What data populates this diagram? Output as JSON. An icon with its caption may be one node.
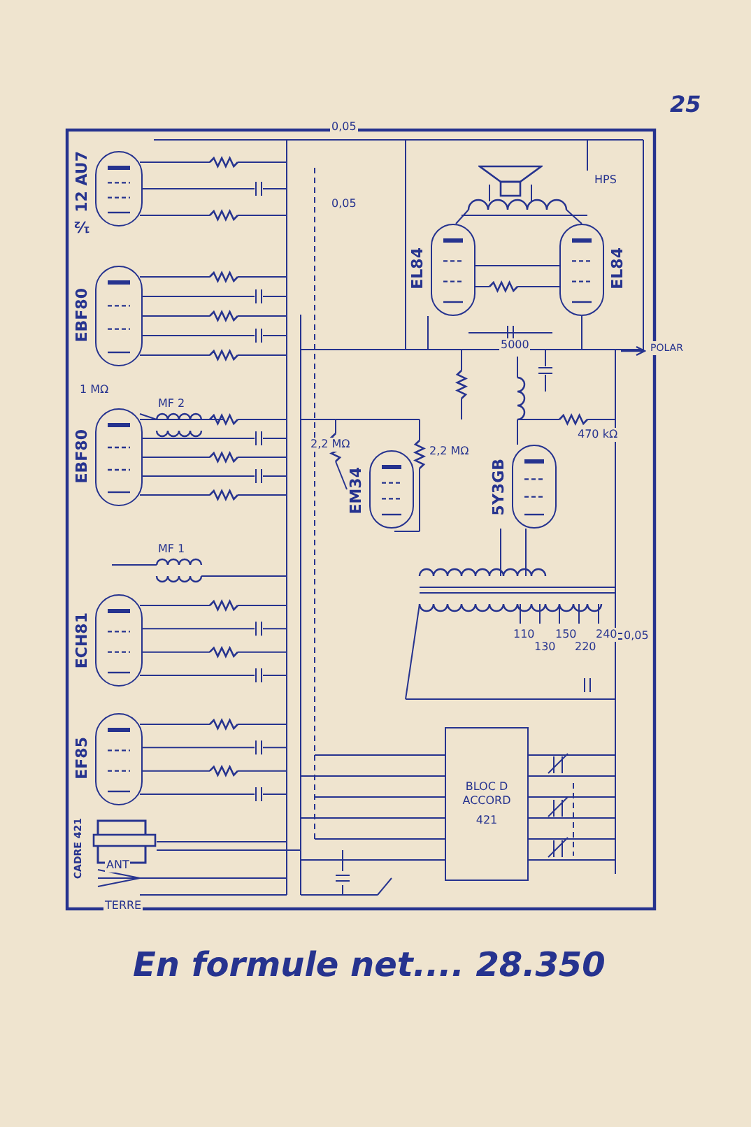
{
  "diagram": {
    "caption": "En formule net.... 28.350",
    "nodes": [
      {
        "text": [
          "½ 12 AU7"
        ]
      },
      {
        "text": [
          "EBF80"
        ]
      },
      {
        "text": [
          "EBF80"
        ]
      },
      {
        "text": [
          "ECH81"
        ]
      },
      {
        "text": [
          "EF85"
        ]
      },
      {
        "text": [
          "EL84"
        ]
      },
      {
        "text": [
          "EL84"
        ]
      },
      {
        "text": [
          "EM34"
        ]
      },
      {
        "text": [
          "5Y3GB"
        ]
      },
      {
        "text": [
          "BLOC D ACCORD",
          "421"
        ]
      },
      {
        "text": [
          "CADRE 421"
        ]
      }
    ],
    "labels": [
      "25",
      "0,05",
      "0,05",
      "1 MΩ",
      "MF 2",
      "2,2 MΩ",
      "2,2 MΩ",
      "MF 1",
      "5000",
      "HPS",
      "POLAR",
      "470 kΩ",
      "110",
      "130",
      "150",
      "220",
      "240",
      "0,05",
      "ANT",
      "TERRE"
    ]
  }
}
